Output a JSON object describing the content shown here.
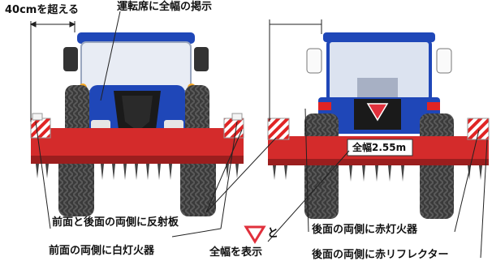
{
  "labels": {
    "exceed_40cm": "40cmを超える",
    "display_at_driver_seat": "運転席に全幅の掲示",
    "reflectors_both_sides": "前面と後面の両側に反射板",
    "white_lamps_front": "前面の両側に白灯火器",
    "triangle_and": "と",
    "show_full_width": "全幅を表示",
    "red_lamps_rear": "後面の両側に赤灯火器",
    "red_reflectors_rear": "後面の両側に赤リフレクター"
  },
  "width_sign": {
    "text": "全幅2.55m"
  },
  "colors": {
    "tractor_blue": "#1f47b8",
    "dark_blue": "#143a8c",
    "implement_red": "#d42b2b",
    "tire": "#3d3d3d",
    "triangle_red": "#e0303c",
    "line": "#222222"
  }
}
